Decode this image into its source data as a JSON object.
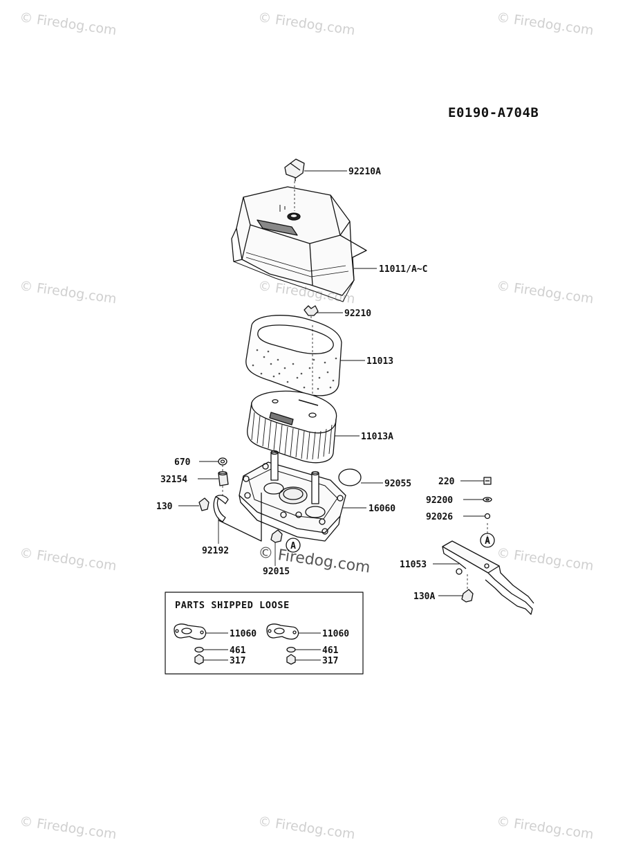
{
  "diagram_code": "E0190-A704B",
  "watermark": "© Firedog.com",
  "callouts": {
    "p92210A": "92210A",
    "p11011": "11011/A~C",
    "p92210": "92210",
    "p11013": "11013",
    "p11013A": "11013A",
    "p670": "670",
    "p32154": "32154",
    "p130": "130",
    "p92192": "92192",
    "p92015": "92015",
    "p92055": "92055",
    "p16060": "16060",
    "p220": "220",
    "p92200": "92200",
    "p92026": "92026",
    "p11053": "11053",
    "p130A": "130A",
    "refA": "A"
  },
  "loose_box": {
    "title": "PARTS SHIPPED LOOSE",
    "left": {
      "gasket": "11060",
      "washer": "461",
      "nut": "317"
    },
    "right": {
      "gasket": "11060",
      "washer": "461",
      "nut": "317"
    }
  }
}
